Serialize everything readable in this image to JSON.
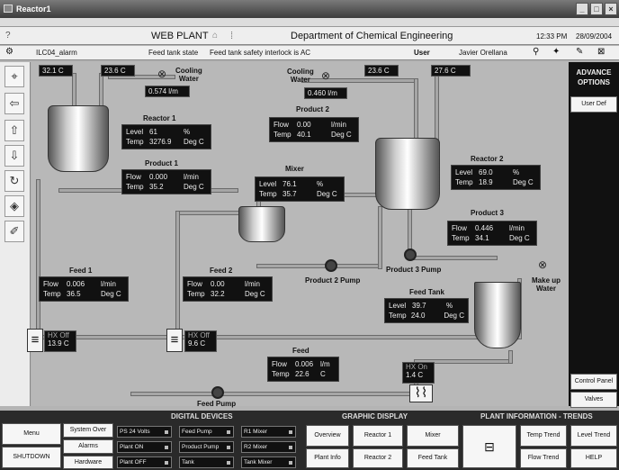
{
  "window": {
    "title": "Reactor1"
  },
  "header": {
    "help": "?",
    "app": "WEB PLANT",
    "dept": "Department of Chemical Engineering",
    "time": "12:33 PM",
    "date": "28/09/2004"
  },
  "status": {
    "alarm": "ILC04_alarm",
    "state": "Feed tank state",
    "message": "Feed tank safety interlock is AC",
    "user_label": "User",
    "user": "Javier Orellana"
  },
  "right_panel": {
    "title_line1": "ADVANCE",
    "title_line2": "OPTIONS",
    "user_def": "User Def",
    "control_panel": "Control Panel",
    "valves": "Valves"
  },
  "diagram": {
    "top_temps": [
      "32.1",
      "23.6",
      "23.6",
      "27.6"
    ],
    "temp_unit": "C",
    "cooling1": {
      "label1": "Cooling",
      "label2": "Water",
      "value": "0.574",
      "unit": "l/m"
    },
    "cooling2": {
      "label1": "Cooling",
      "label2": "Water",
      "value": "0.460",
      "unit": "l/m"
    },
    "reactor1": {
      "title": "Reactor 1",
      "level": "61",
      "level_unit": "%",
      "temp": "3276.9",
      "temp_unit": "Deg C"
    },
    "product1": {
      "title": "Product 1",
      "flow": "0.000",
      "flow_unit": "l/min",
      "temp": "35.2",
      "temp_unit": "Deg C"
    },
    "product2": {
      "title": "Product 2",
      "flow": "0.00",
      "flow_unit": "l/min",
      "temp": "40.1",
      "temp_unit": "Deg C"
    },
    "mixer": {
      "title": "Mixer",
      "level": "76.1",
      "level_unit": "%",
      "temp": "35.7",
      "temp_unit": "Deg C"
    },
    "reactor2": {
      "title": "Reactor 2",
      "level": "69.0",
      "level_unit": "%",
      "temp": "18.9",
      "temp_unit": "Deg C"
    },
    "product3": {
      "title": "Product 3",
      "flow": "0.446",
      "flow_unit": "l/min",
      "temp": "34.1",
      "temp_unit": "Deg C"
    },
    "feed1": {
      "title": "Feed 1",
      "flow": "0.006",
      "flow_unit": "l/min",
      "temp": "36.5",
      "temp_unit": "Deg C"
    },
    "feed2": {
      "title": "Feed 2",
      "flow": "0.00",
      "flow_unit": "l/min",
      "temp": "32.2",
      "temp_unit": "Deg C"
    },
    "feedtank": {
      "title": "Feed Tank",
      "level": "39.7",
      "level_unit": "%",
      "temp": "24.0",
      "temp_unit": "Deg C"
    },
    "feed": {
      "title": "Feed",
      "flow": "0.006",
      "flow_unit": "l/m",
      "temp": "22.6",
      "temp_unit": "C"
    },
    "hx1": {
      "label": "HX Off",
      "value": "13.9",
      "unit": "C"
    },
    "hx2": {
      "label": "HX Off",
      "value": "9.6",
      "unit": "C"
    },
    "hx3": {
      "label": "HX On",
      "value": "1.4",
      "unit": "C"
    },
    "labels": {
      "flow": "Flow",
      "temp": "Temp",
      "level": "Level",
      "product2_pump": "Product 2 Pump",
      "product3_pump": "Product 3 Pump",
      "feed_pump": "Feed Pump",
      "makeup1": "Make up",
      "makeup2": "Water"
    }
  },
  "bottom": {
    "digital_devices": "DIGITAL DEVICES",
    "graphic_display": "GRAPHIC DISPLAY",
    "plant_info": "PLANT INFORMATION - TRENDS",
    "menu": "Menu",
    "shutdown": "SHUTDOWN",
    "system_over": "System Over",
    "alarms": "Alarms",
    "hardware": "Hardware",
    "dd": [
      "PS 24 Volts",
      "Feed Pump",
      "R1 Mixer",
      "Plant ON",
      "Product Pump",
      "R2 Mixer",
      "Plant OFF",
      "Tank",
      "Tank Mixer"
    ],
    "overview": "Overview",
    "reactor1": "Reactor 1",
    "mixer": "Mixer",
    "plant_info_btn": "Plant Info",
    "reactor2": "Reactor 2",
    "feed_tank": "Feed Tank",
    "temp_trend": "Temp Trend",
    "level_trend": "Level Trend",
    "flow_trend": "Flow Trend",
    "help": "HELP"
  }
}
